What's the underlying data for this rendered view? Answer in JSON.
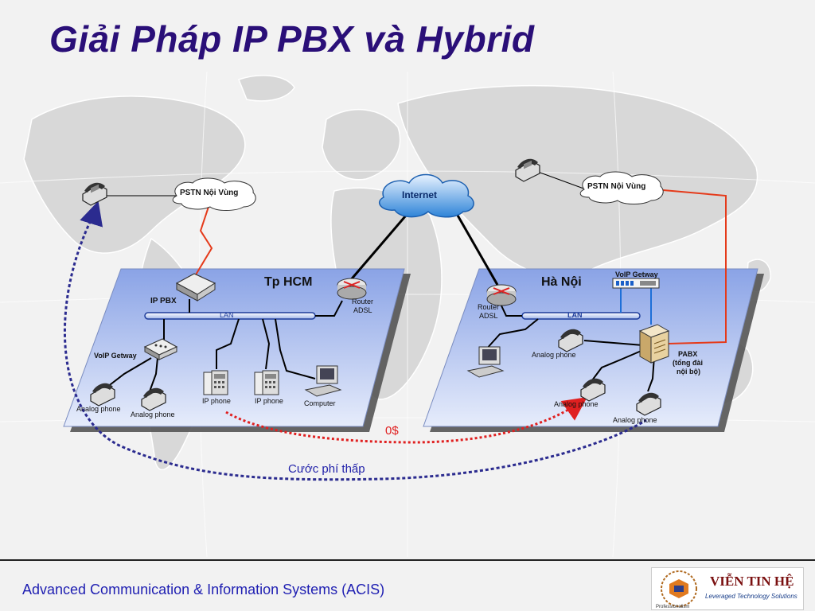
{
  "title": "Giải Pháp IP PBX và Hybrid",
  "footer": "Advanced Communication & Information Systems (ACIS)",
  "logo": {
    "name": "VIỄN TIN HỆ",
    "tagline": "Leveraged Technology Solutions",
    "badge": "Professionalism"
  },
  "internet_label": "Internet",
  "hcm": {
    "city": "Tp HCM",
    "pstn": "PSTN Nội Vùng",
    "ip_pbx": "IP PBX",
    "router": "Router",
    "router_sub": "ADSL",
    "lan": "LAN",
    "voip_gateway": "VoIP Getway",
    "analog_phone_1": "Analog phone",
    "analog_phone_2": "Analog phone",
    "ip_phone_1": "IP phone",
    "ip_phone_2": "IP phone",
    "computer": "Computer"
  },
  "hanoi": {
    "city": "Hà Nội",
    "pstn": "PSTN Nội Vùng",
    "voip_gateway": "VoIP Getway",
    "router": "Router",
    "router_sub": "ADSL",
    "lan": "LAN",
    "analog_phone_1": "Analog phone",
    "analog_phone_2": "Analog phone",
    "analog_phone_3": "Analog phone",
    "pabx": "PABX",
    "pabx_sub1": "(tổng đài",
    "pabx_sub2": "nội bộ)"
  },
  "cost_zero": "0$",
  "cost_low": "Cước phí thấp",
  "colors": {
    "title": "#2a0f78",
    "footer": "#1f1fb2",
    "red_link": "#e53a1a",
    "dot_blue": "#2b2b8f",
    "dot_red": "#e02020"
  }
}
